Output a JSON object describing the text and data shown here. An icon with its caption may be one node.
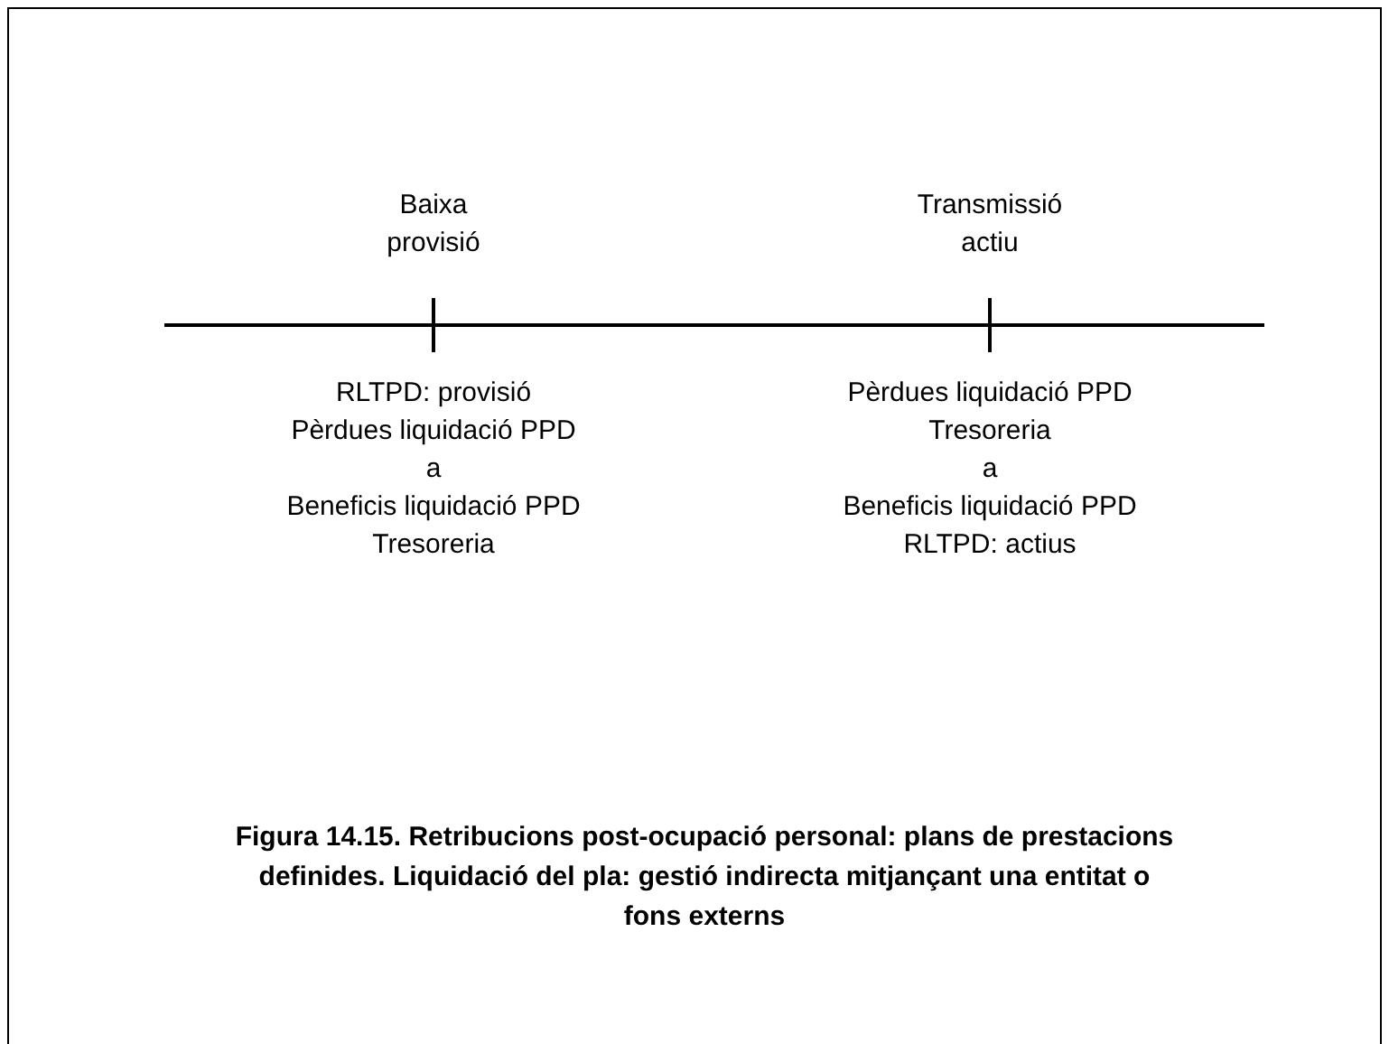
{
  "diagram": {
    "caption": "Figura 14.15. Retribucions post-ocupació personal: plans de prestacions definides. Liquidació del pla: gestió indirecta mitjançant una entitat o fons externs",
    "labels": [
      "Baixa provisió",
      "Transmissió actiu",
      "RLTPD: provisió",
      "Pèrdues liquidació PPD",
      "a",
      "Beneficis liquidació PPD",
      "Tresoreria",
      "Pèrdues liquidació PPD",
      "Tresoreria",
      "a",
      "Beneficis liquidació PPD",
      "RLTPD: actius"
    ]
  }
}
